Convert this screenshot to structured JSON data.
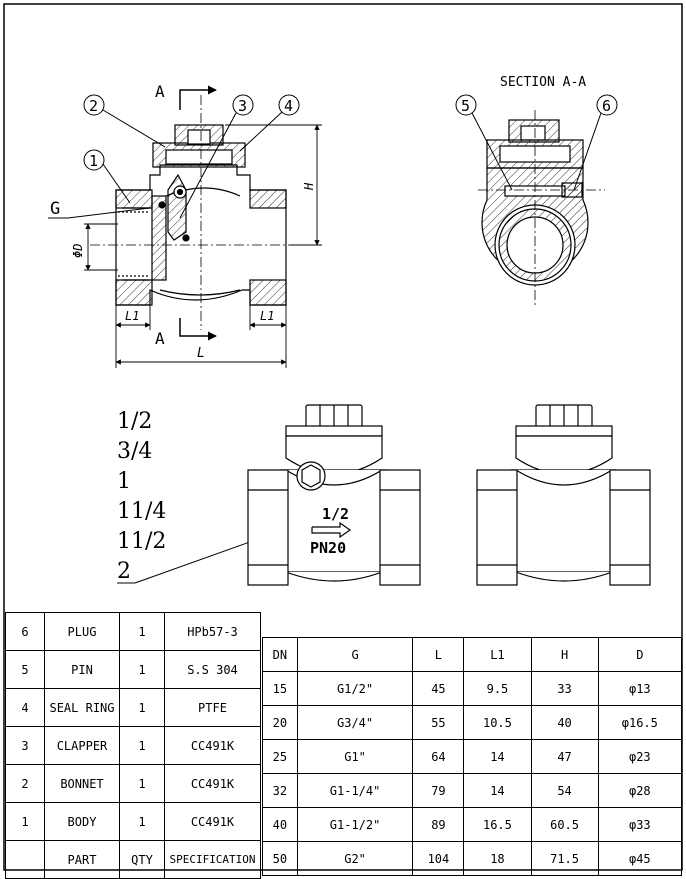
{
  "drawing": {
    "section_title": "SECTION A-A",
    "section_marker": "A",
    "balloons": [
      "1",
      "2",
      "3",
      "4",
      "5",
      "6"
    ],
    "dim_labels": {
      "height": "H",
      "diameter": "ΦD",
      "thread": "G",
      "end_length": "L1",
      "length": "L"
    },
    "sizes": [
      "1/2",
      "3/4",
      "1",
      "11/4",
      "11/2",
      "2"
    ],
    "body_marking": {
      "size": "1/2",
      "pressure": "PN20"
    }
  },
  "parts_table": {
    "header": [
      "PART",
      "QTY",
      "SPECIFICATION"
    ],
    "rows": [
      [
        "6",
        "PLUG",
        "1",
        "HPb57-3"
      ],
      [
        "5",
        "PIN",
        "1",
        "S.S 304"
      ],
      [
        "4",
        "SEAL RING",
        "1",
        "PTFE"
      ],
      [
        "3",
        "CLAPPER",
        "1",
        "CC491K"
      ],
      [
        "2",
        "BONNET",
        "1",
        "CC491K"
      ],
      [
        "1",
        "BODY",
        "1",
        "CC491K"
      ]
    ]
  },
  "dims_table": {
    "header": [
      "DN",
      "G",
      "L",
      "L1",
      "H",
      "D"
    ],
    "rows": [
      [
        "15",
        "G1/2\"",
        "45",
        "9.5",
        "33",
        "φ13"
      ],
      [
        "20",
        "G3/4\"",
        "55",
        "10.5",
        "40",
        "φ16.5"
      ],
      [
        "25",
        "G1\"",
        "64",
        "14",
        "47",
        "φ23"
      ],
      [
        "32",
        "G1-1/4\"",
        "79",
        "14",
        "54",
        "φ28"
      ],
      [
        "40",
        "G1-1/2\"",
        "89",
        "16.5",
        "60.5",
        "φ33"
      ],
      [
        "50",
        "G2\"",
        "104",
        "18",
        "71.5",
        "φ45"
      ]
    ]
  }
}
